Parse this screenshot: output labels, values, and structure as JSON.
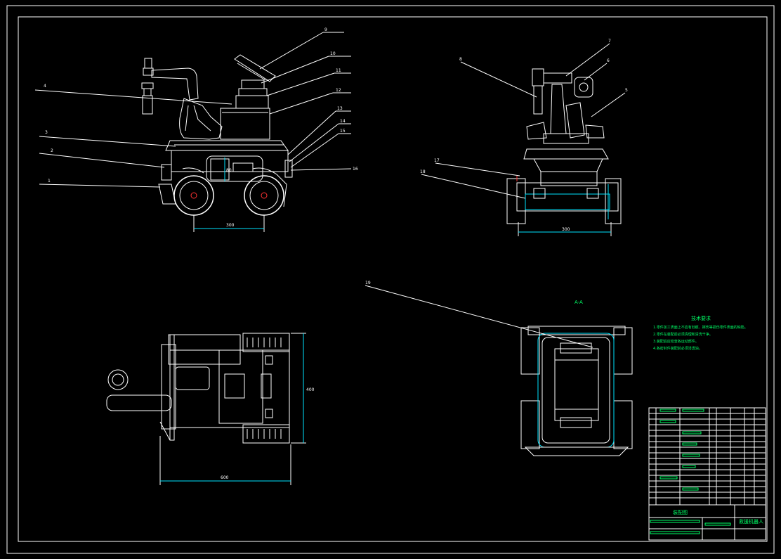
{
  "drawing": {
    "callouts": [
      "9",
      "10",
      "11",
      "12",
      "4",
      "13",
      "14",
      "15",
      "16",
      "3",
      "2",
      "1",
      "7",
      "8",
      "6",
      "5",
      "17",
      "18",
      "19"
    ],
    "dim_side_width": "300",
    "dim_side_height": "80",
    "dim_front_width": "300",
    "dim_top_length": "600",
    "dim_top_width": "400",
    "section_label": "A-A",
    "tech_req_title": "技术要求",
    "tech_req_lines": [
      "1.零件加工表面上不应有划痕、擦伤等损伤零件表面的缺陷。",
      "2.零件在装配前必须清理和清洗干净。",
      "3.装配后应检查各运动部件。",
      "4.各密封件装配前必须浸透油。"
    ],
    "title_block_name": "救援机器人",
    "title_block_sub": "装配图"
  },
  "colors": {
    "background": "#000000",
    "line": "#ffffff",
    "annotation": "#00ff66",
    "accent_cyan": "#00e5ff",
    "accent_red": "#ff3333"
  }
}
